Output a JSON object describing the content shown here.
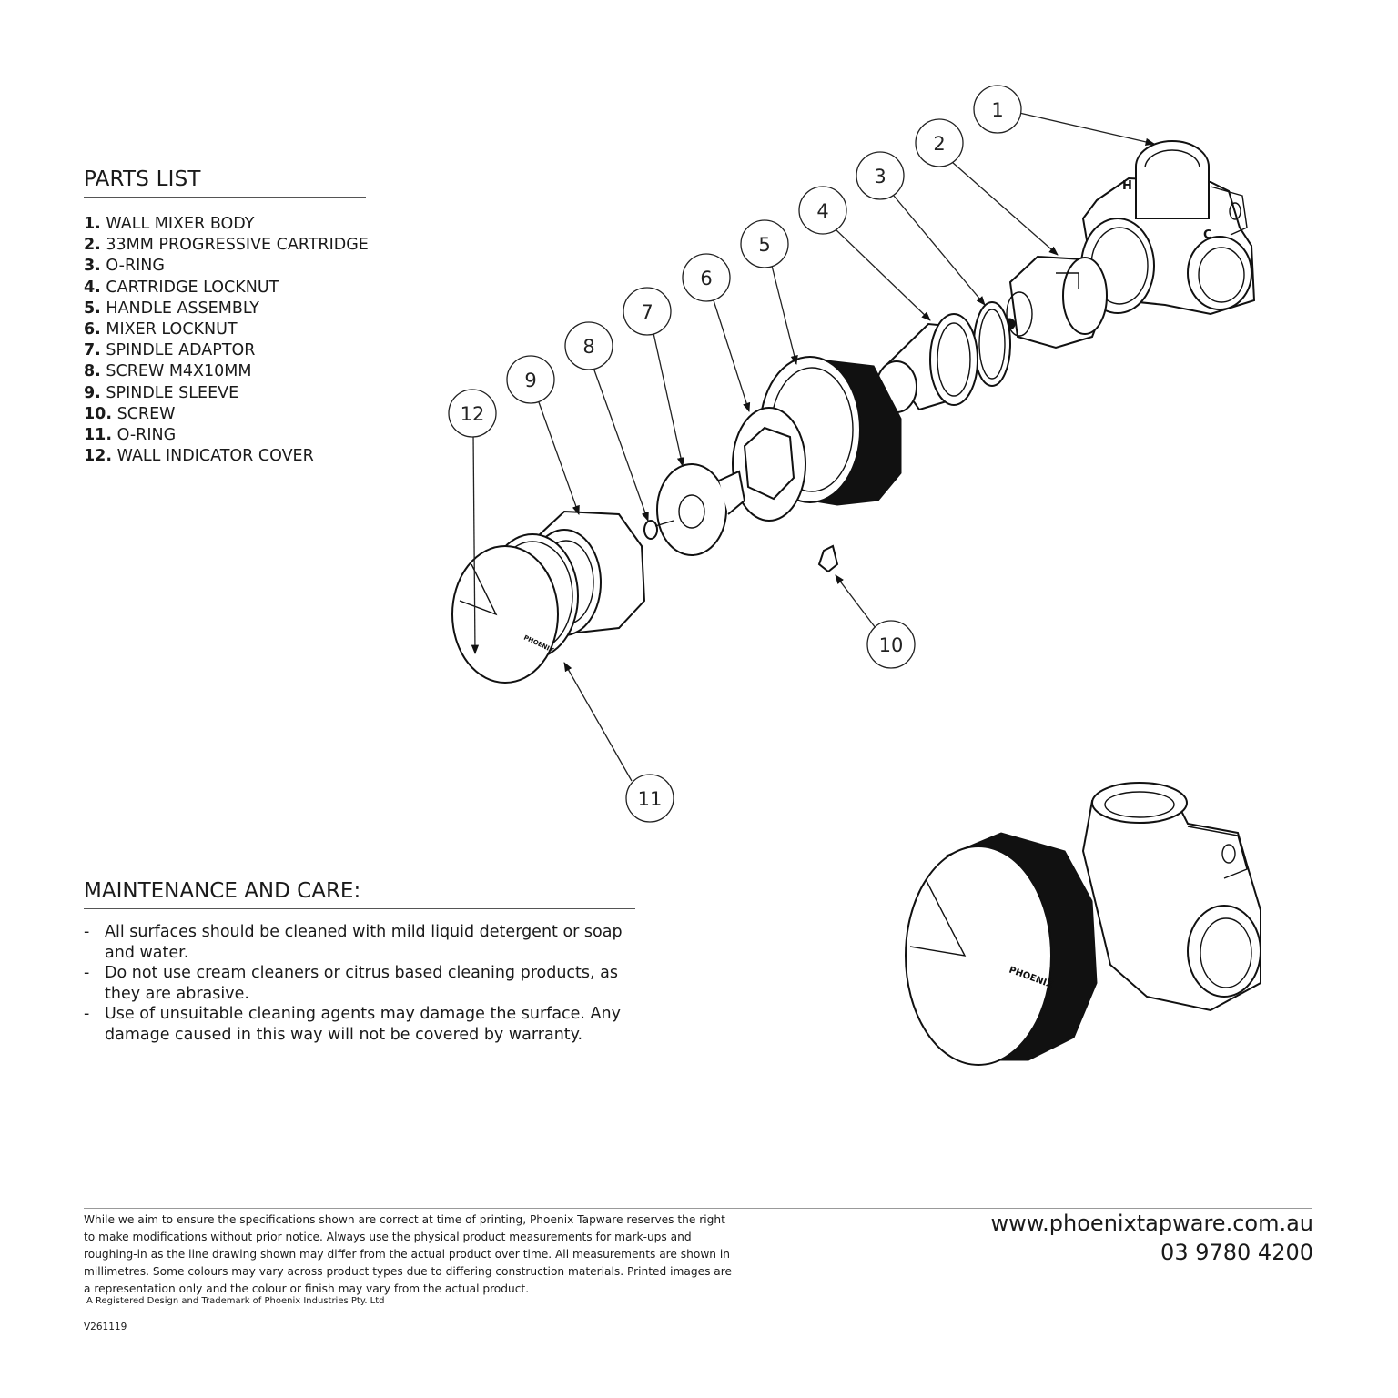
{
  "parts_list": {
    "title": "PARTS LIST",
    "items": [
      {
        "num": "1.",
        "label": "WALL MIXER BODY"
      },
      {
        "num": "2.",
        "label": "33MM PROGRESSIVE CARTRIDGE"
      },
      {
        "num": "3.",
        "label": "O-RING"
      },
      {
        "num": "4.",
        "label": "CARTRIDGE LOCKNUT"
      },
      {
        "num": "5.",
        "label": "HANDLE ASSEMBLY"
      },
      {
        "num": "6.",
        "label": "MIXER LOCKNUT"
      },
      {
        "num": "7.",
        "label": "SPINDLE ADAPTOR"
      },
      {
        "num": "8.",
        "label": "SCREW M4X10MM"
      },
      {
        "num": "9.",
        "label": "SPINDLE SLEEVE"
      },
      {
        "num": "10.",
        "label": "SCREW"
      },
      {
        "num": "11.",
        "label": "O-RING"
      },
      {
        "num": "12.",
        "label": "WALL INDICATOR COVER"
      }
    ]
  },
  "callouts": [
    "1",
    "2",
    "3",
    "4",
    "5",
    "6",
    "7",
    "8",
    "9",
    "10",
    "11",
    "12"
  ],
  "body_markings": {
    "hot": "H",
    "cold": "C",
    "brand": "PHOENIX"
  },
  "maintenance": {
    "title": "MAINTENANCE AND CARE:",
    "items": [
      "All surfaces should be cleaned with mild liquid detergent or soap and water.",
      "Do not use cream cleaners or citrus based cleaning products, as they are abrasive.",
      "Use of unsuitable cleaning agents may damage the surface. Any damage caused in this way will not be covered by warranty."
    ],
    "bullet": "-"
  },
  "footer": {
    "disclaimer": "While we aim to ensure the specifications shown are correct at time of printing, Phoenix Tapware reserves the right to make modifications without prior notice. Always use the physical product measurements for mark-ups and roughing-in as the line drawing shown may differ from the actual product over time. All measurements are shown in millimetres.  Some colours may vary across product types due to differing construction materials. Printed images are a representation only and the colour or finish may vary from the actual product.",
    "registered": "A Registered Design and Trademark of Phoenix Industries Pty. Ltd",
    "version": "V261119",
    "website": "www.phoenixtapware.com.au",
    "phone": "03 9780 4200"
  }
}
